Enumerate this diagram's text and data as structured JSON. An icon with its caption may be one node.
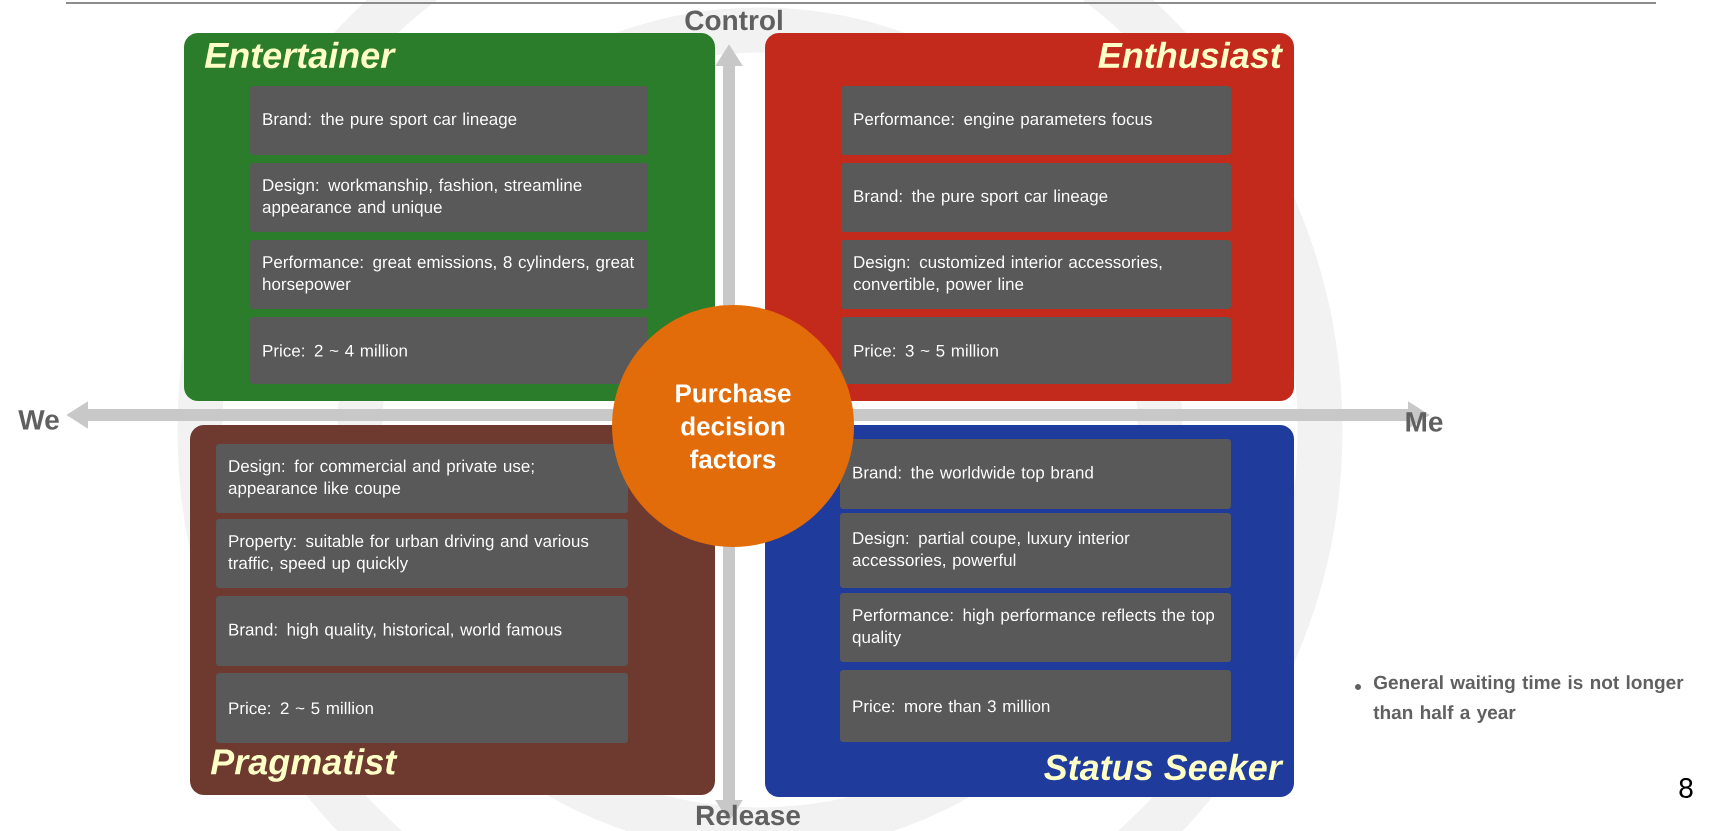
{
  "diagram": {
    "nodes": [
      {
        "text": [
          "Entertainer"
        ]
      },
      {
        "text": [
          "Brand: the pure sport car lineage"
        ],
        "in": 0
      },
      {
        "text": [
          "Design: workmanship, fashion, streamline appearance and unique"
        ],
        "in": 0
      },
      {
        "text": [
          "Performance: great emissions, 8 cylinders, great horsepower"
        ],
        "in": 0
      },
      {
        "text": [
          "Price: 2 ~ 4 million"
        ],
        "in": 0
      },
      {
        "text": [
          "Enthusiast"
        ]
      },
      {
        "text": [
          "Performance: engine parameters focus"
        ],
        "in": 5
      },
      {
        "text": [
          "Brand: the pure sport car lineage"
        ],
        "in": 5
      },
      {
        "text": [
          "Design: customized interior accessories, convertible, power line"
        ],
        "in": 5
      },
      {
        "text": [
          "Price: 3 ~ 5 million"
        ],
        "in": 5
      },
      {
        "text": [
          "Purchase decision factors"
        ]
      },
      {
        "text": [
          "Pragmatist"
        ]
      },
      {
        "text": [
          "Design: for commercial and private use; appearance like coupe"
        ],
        "in": 11
      },
      {
        "text": [
          "Property: suitable for urban driving and various traffic, speed up quickly"
        ],
        "in": 11
      },
      {
        "text": [
          "Brand: high quality, historical, world famous"
        ],
        "in": 11
      },
      {
        "text": [
          "Price: 2 ~ 5 million"
        ],
        "in": 11
      },
      {
        "text": [
          "Status Seeker"
        ]
      },
      {
        "text": [
          "Brand: the worldwide top brand"
        ],
        "in": 16
      },
      {
        "text": [
          "Design: partial coupe, luxury interior accessories, powerful"
        ],
        "in": 16
      },
      {
        "text": [
          "Performance: high performance reflects the top quality"
        ],
        "in": 16
      },
      {
        "text": [
          "Price: more than 3 million"
        ],
        "in": 16
      }
    ],
    "labels": [
      "Control",
      "We",
      "Me",
      "Release",
      "General waiting time is not longer than half a year",
      "8"
    ]
  }
}
